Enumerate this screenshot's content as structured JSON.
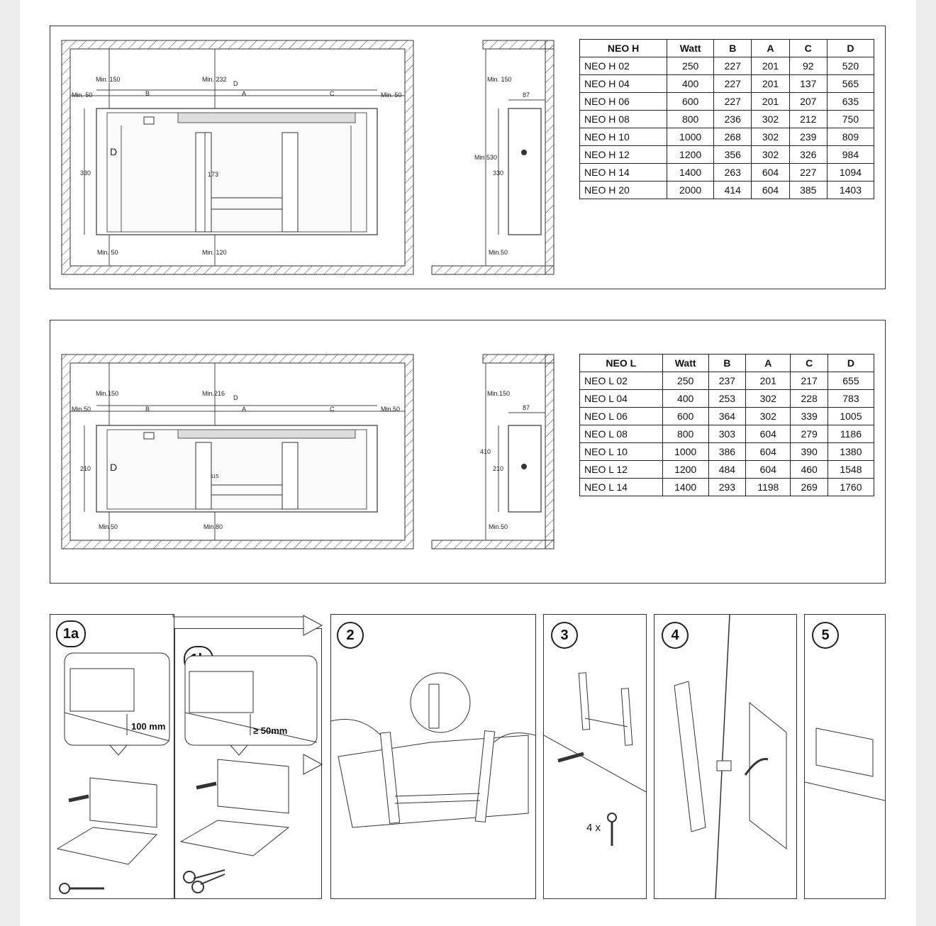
{
  "h_series": {
    "diagram_labels": {
      "min_top": "Min. 150",
      "min_center_top": "Min. 232",
      "min_left": "Min. 50",
      "min_right": "Min. 50",
      "min_bottom_left": "Min. 50",
      "min_bottom_center": "Min. 120",
      "dim_d": "D",
      "dim_b": "B",
      "dim_a": "A",
      "dim_c": "C",
      "height": "330",
      "bracket": "173",
      "side_top": "Min. 150",
      "side_depth": "87",
      "side_min": "Min 530",
      "side_height": "330",
      "side_bottom": "Min.50"
    },
    "table": {
      "headers": [
        "NEO H",
        "Watt",
        "B",
        "A",
        "C",
        "D"
      ],
      "rows": [
        [
          "NEO H 02",
          "250",
          "227",
          "201",
          "92",
          "520"
        ],
        [
          "NEO H 04",
          "400",
          "227",
          "201",
          "137",
          "565"
        ],
        [
          "NEO H 06",
          "600",
          "227",
          "201",
          "207",
          "635"
        ],
        [
          "NEO H 08",
          "800",
          "236",
          "302",
          "212",
          "750"
        ],
        [
          "NEO H 10",
          "1000",
          "268",
          "302",
          "239",
          "809"
        ],
        [
          "NEO H 12",
          "1200",
          "356",
          "302",
          "326",
          "984"
        ],
        [
          "NEO H 14",
          "1400",
          "263",
          "604",
          "227",
          "1094"
        ],
        [
          "NEO H 20",
          "2000",
          "414",
          "604",
          "385",
          "1403"
        ]
      ]
    }
  },
  "l_series": {
    "diagram_labels": {
      "min_top": "Min.150",
      "min_center_top": "Min.216",
      "min_left": "Min.50",
      "min_right": "Min.50",
      "min_bottom_left": "Min.50",
      "min_bottom_center": "Min.80",
      "dim_d": "D",
      "dim_b": "B",
      "dim_a": "A",
      "dim_c": "C",
      "height": "210",
      "bracket": "115",
      "side_top": "Min.150",
      "side_depth": "87",
      "side_min": "410",
      "side_height": "210",
      "side_bottom": "Min.50"
    },
    "table": {
      "headers": [
        "NEO L",
        "Watt",
        "B",
        "A",
        "C",
        "D"
      ],
      "rows": [
        [
          "NEO L 02",
          "250",
          "237",
          "201",
          "217",
          "655"
        ],
        [
          "NEO L 04",
          "400",
          "253",
          "302",
          "228",
          "783"
        ],
        [
          "NEO L 06",
          "600",
          "364",
          "302",
          "339",
          "1005"
        ],
        [
          "NEO L 08",
          "800",
          "303",
          "604",
          "279",
          "1186"
        ],
        [
          "NEO L 10",
          "1000",
          "386",
          "604",
          "390",
          "1380"
        ],
        [
          "NEO L 12",
          "1200",
          "484",
          "604",
          "460",
          "1548"
        ],
        [
          "NEO L 14",
          "1400",
          "293",
          "1198",
          "269",
          "1760"
        ]
      ]
    }
  },
  "steps": {
    "s1a": {
      "label": "1a",
      "note": "100 mm"
    },
    "s1b": {
      "label": "1b",
      "note": "≥ 50mm"
    },
    "s2": {
      "label": "2"
    },
    "s3": {
      "label": "3",
      "screws": "4 x"
    },
    "s4": {
      "label": "4"
    },
    "s5": {
      "label": "5"
    }
  }
}
